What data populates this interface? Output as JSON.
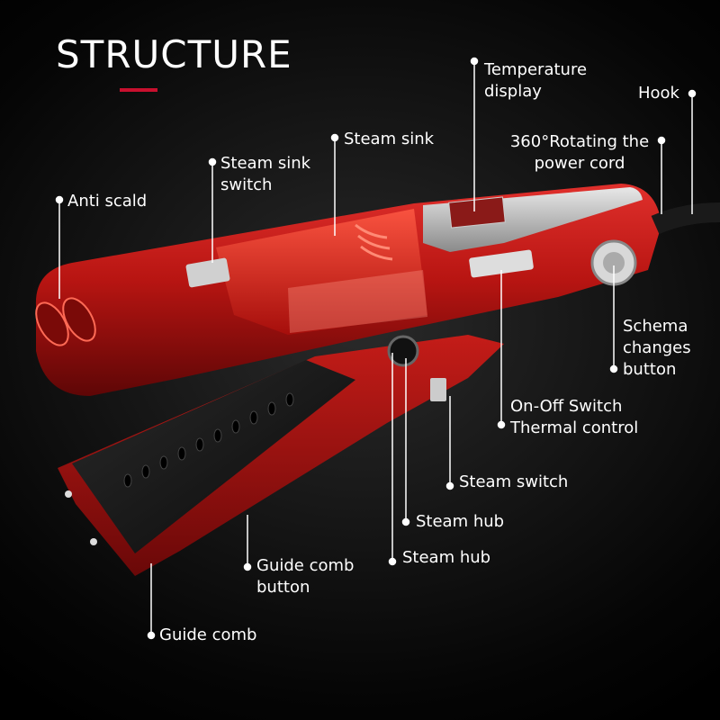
{
  "title": "STRUCTURE",
  "accent_color": "#c8102e",
  "labels": {
    "temperature_display": [
      "Temperature",
      "display"
    ],
    "hook": "Hook",
    "rotating_cord": [
      "360°Rotating the",
      "power cord"
    ],
    "steam_sink": "Steam sink",
    "steam_sink_switch": [
      "Steam sink",
      "switch"
    ],
    "anti_scald": "Anti scald",
    "schema_changes": [
      "Schema",
      "changes",
      "button"
    ],
    "onoff_switch": [
      "On-Off Switch",
      "Thermal control"
    ],
    "steam_switch": "Steam switch",
    "steam_hub_1": "Steam hub",
    "steam_hub_2": "Steam hub",
    "guide_comb_button": [
      "Guide comb",
      "button"
    ],
    "guide_comb": "Guide comb"
  }
}
